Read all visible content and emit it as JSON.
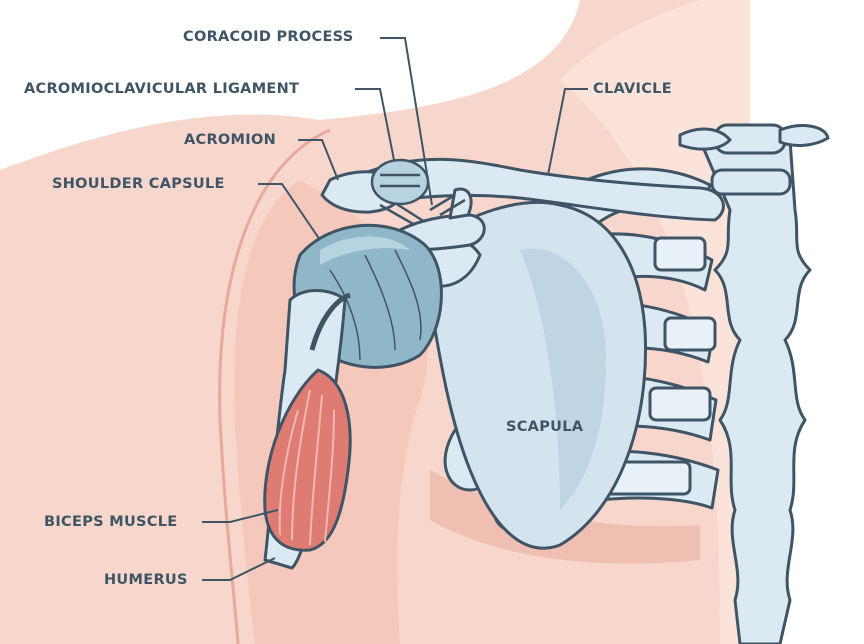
{
  "labels": {
    "coracoid_process": "CORACOID PROCESS",
    "acromioclavicular_ligament": "ACROMIOCLAVICULAR LIGAMENT",
    "acromion": "ACROMION",
    "shoulder_capsule": "SHOULDER CAPSULE",
    "clavicle": "CLAVICLE",
    "scapula": "SCAPULA",
    "biceps_muscle": "BICEPS MUSCLE",
    "humerus": "HUMERUS"
  },
  "colors": {
    "skin": "#f7d7cb",
    "skin_shadow": "#efbfb1",
    "bone": "#dbe9f3",
    "bone_shadow": "#b9cfe0",
    "outline": "#3f5566",
    "capsule": "#8fb7c7",
    "muscle": "#de7c74",
    "label_text": "#3f5566"
  }
}
